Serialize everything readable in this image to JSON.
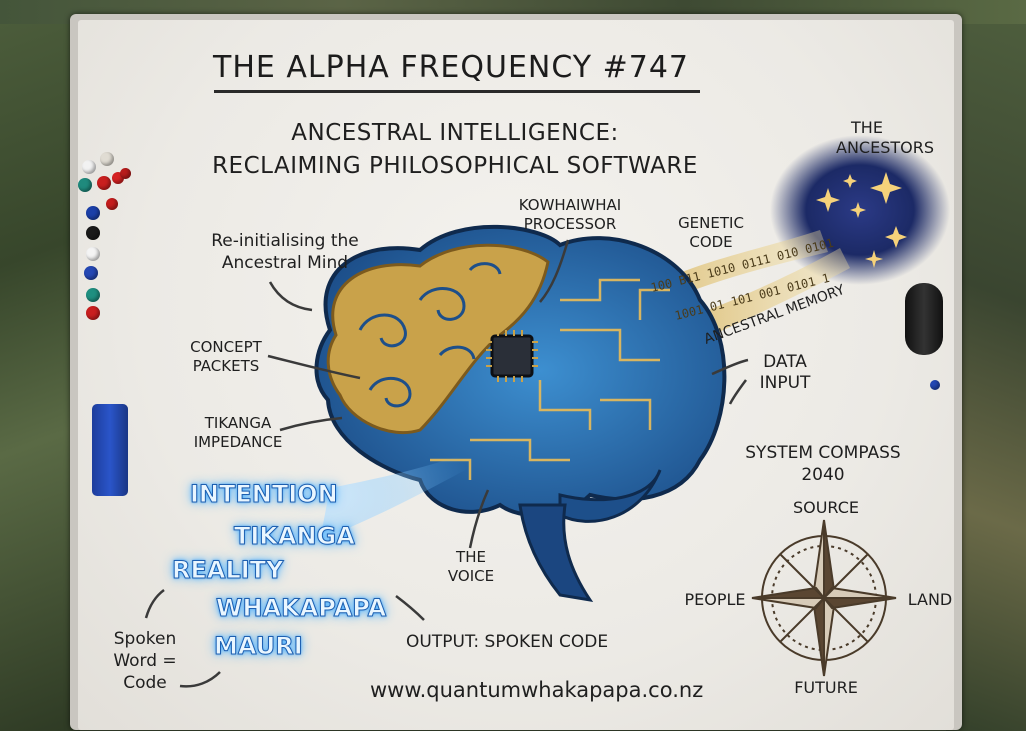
{
  "board": {
    "title": "THE ALPHA FREQUENCY #747",
    "subtitle_1": "ANCESTRAL INTELLIGENCE:",
    "subtitle_2": "RECLAIMING PHILOSOPHICAL SOFTWARE",
    "website": "www.quantumwhakapapa.co.nz"
  },
  "labels": {
    "ancestors": "THE\nANCESTORS",
    "reinit_1": "Re-initialising the",
    "reinit_2": "Ancestral Mind",
    "kowhaiwhai_1": "KOWHAIWHAI",
    "kowhaiwhai_2": "PROCESSOR",
    "genetic_1": "GENETIC",
    "genetic_2": "CODE",
    "ancestral_memory": "ANCESTRAL MEMORY",
    "binary_1": "100 B11 1010 0111 010 0101",
    "binary_2": "1001 01 101 001 0101 1",
    "concept_1": "CONCEPT",
    "concept_2": "PACKETS",
    "tikanga_imp_1": "TIKANGA",
    "tikanga_imp_2": "IMPEDANCE",
    "data_1": "DATA",
    "data_2": "INPUT",
    "the_voice_1": "THE",
    "the_voice_2": "VOICE",
    "output": "OUTPUT: SPOKEN CODE",
    "spoken_1": "Spoken",
    "spoken_2": "Word =",
    "spoken_3": "Code"
  },
  "spoken_words": [
    "INTENTION",
    "TIKANGA",
    "REALITY",
    "WHAKAPAPA",
    "MAURI"
  ],
  "compass": {
    "title_1": "SYSTEM COMPASS",
    "title_2": "2040",
    "north": "SOURCE",
    "west": "PEOPLE",
    "east": "LAND",
    "south": "FUTURE"
  },
  "colors": {
    "gold": "#c9a24a",
    "blue": "#2f78b8",
    "glow": "#58b6ff",
    "night": "#1c2a66"
  }
}
